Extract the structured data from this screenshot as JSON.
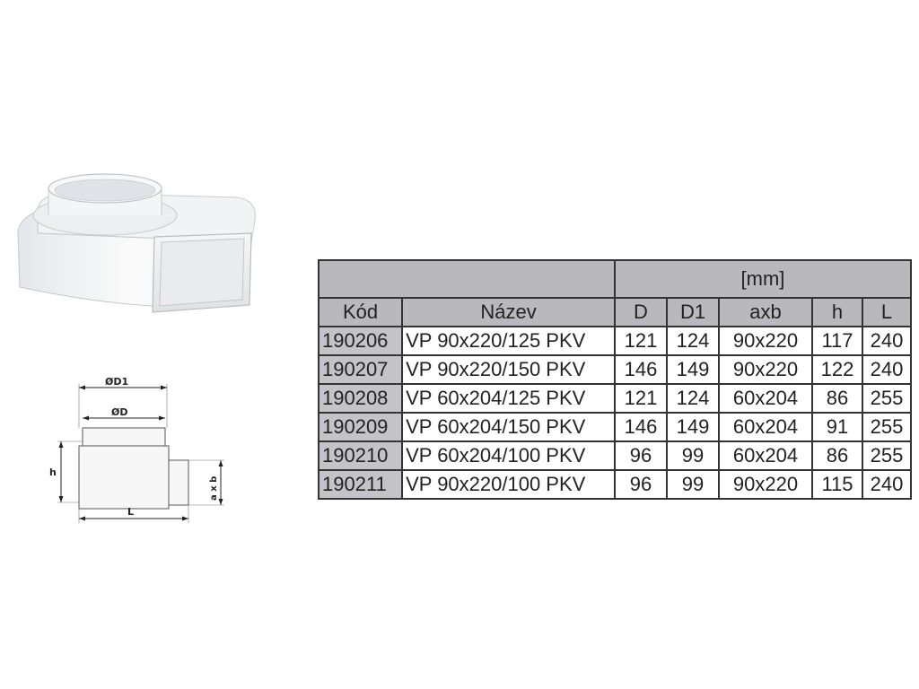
{
  "drawing": {
    "label_d1": "ØD1",
    "label_d": "ØD",
    "label_h": "h",
    "label_l": "L",
    "label_axb": "a x b"
  },
  "table": {
    "unit": "[mm]",
    "headers": [
      "Kód",
      "Název",
      "D",
      "D1",
      "axb",
      "h",
      "L"
    ],
    "rows": [
      [
        "190206",
        "VP 90x220/125 PKV",
        "121",
        "124",
        "90x220",
        "117",
        "240"
      ],
      [
        "190207",
        "VP 90x220/150 PKV",
        "146",
        "149",
        "90x220",
        "122",
        "240"
      ],
      [
        "190208",
        "VP 60x204/125 PKV",
        "121",
        "124",
        "60x204",
        "86",
        "255"
      ],
      [
        "190209",
        "VP 60x204/150 PKV",
        "146",
        "149",
        "60x204",
        "91",
        "255"
      ],
      [
        "190210",
        "VP 60x204/100 PKV",
        "96",
        "99",
        "60x204",
        "86",
        "255"
      ],
      [
        "190211",
        "VP 90x220/100 PKV",
        "96",
        "99",
        "90x220",
        "115",
        "240"
      ]
    ]
  },
  "colors": {
    "header_fill": "#b8b8bd",
    "code_fill": "#c3c3c8",
    "border": "#333333"
  }
}
